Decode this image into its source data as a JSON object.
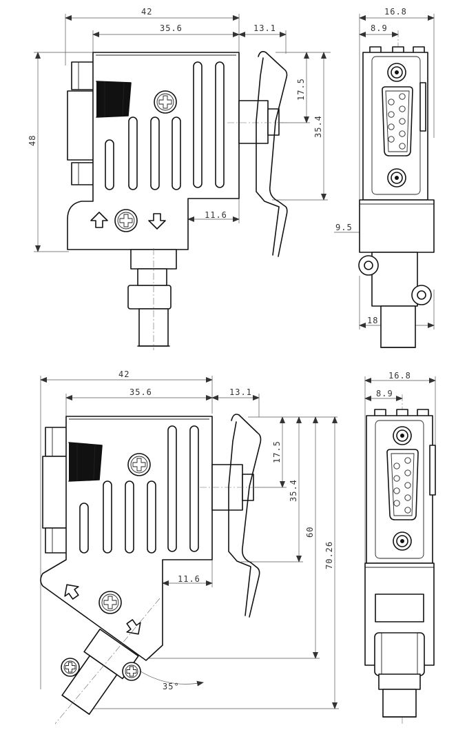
{
  "drawing": {
    "top_side": {
      "width_overall": "42",
      "width_body": "35.6",
      "clip_depth": "13.1",
      "height_overall": "48",
      "plug_offset": "17.5",
      "clip_height": "35.4",
      "step_width": "11.6"
    },
    "top_front": {
      "width_overall": "16.8",
      "width_half": "8.9",
      "cable_axis": "9.5",
      "cable_width": "18"
    },
    "bottom_side": {
      "width_overall": "42",
      "width_body": "35.6",
      "clip_depth": "13.1",
      "plug_offset": "17.5",
      "clip_height": "35.4",
      "height_body": "60",
      "height_overall": "70.26",
      "step_width": "11.6",
      "angle": "35°"
    },
    "bottom_front": {
      "width_overall": "16.8",
      "width_half": "8.9"
    }
  }
}
